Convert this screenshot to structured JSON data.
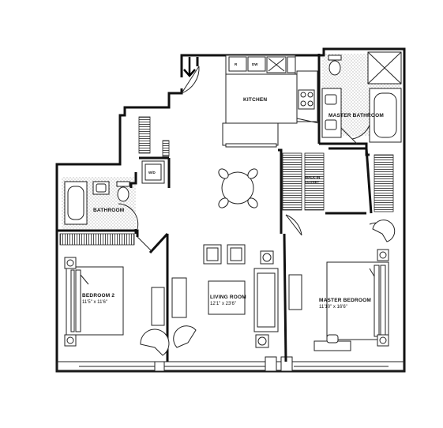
{
  "rooms": {
    "kitchen": {
      "name": "KITCHEN"
    },
    "master_bathroom": {
      "name": "MASTER BATHROOM"
    },
    "walkin_closet": {
      "name_line1": "WALK-IN",
      "name_line2": "CLOSET"
    },
    "wd": {
      "name": "W/D"
    },
    "bathroom": {
      "name": "BATHROOM"
    },
    "bedroom2": {
      "name": "BEDROOM 2",
      "dims": "11'5\" x 11'6\""
    },
    "living_room": {
      "name": "LIVING ROOM",
      "dims": "12'1\" x 23'6\""
    },
    "master_bedroom": {
      "name": "MASTER BEDROOM",
      "dims": "11'10\" x 16'6\""
    }
  },
  "appliances": {
    "refrigerator": "R",
    "dishwasher": "DW"
  },
  "entry": {
    "arrow_icon": "down-arrow-icon"
  }
}
